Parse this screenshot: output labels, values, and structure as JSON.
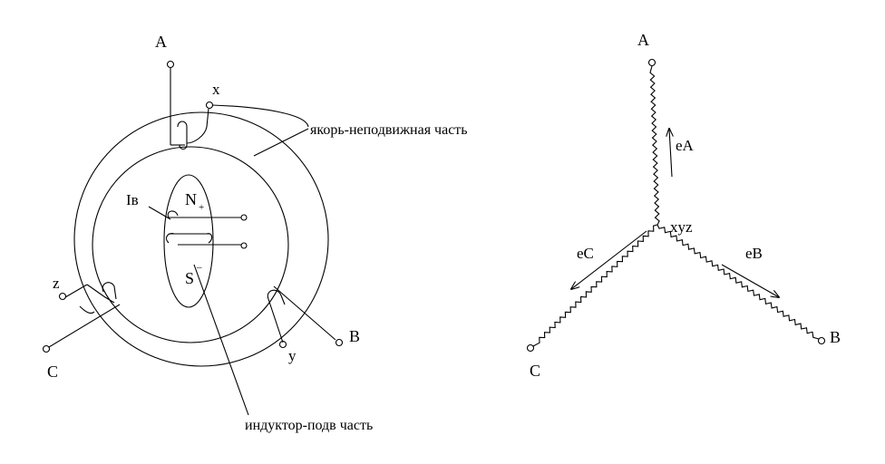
{
  "generator_diagram": {
    "terminal_A": "A",
    "terminal_x": "x",
    "terminal_z": "z",
    "terminal_C": "C",
    "terminal_B": "B",
    "terminal_y": "y",
    "stator_label": "якорь-неподвижная часть",
    "rotor_label": "индуктор-подв часть",
    "excitation_current": "Iв",
    "pole_N": "N",
    "pole_N_sign": "+",
    "pole_S": "S",
    "pole_S_sign": "–"
  },
  "star_diagram": {
    "terminal_A": "A",
    "terminal_B": "B",
    "terminal_C": "C",
    "neutral": "xyz",
    "emf_A": "eA",
    "emf_B": "eB",
    "emf_C": "eC"
  }
}
